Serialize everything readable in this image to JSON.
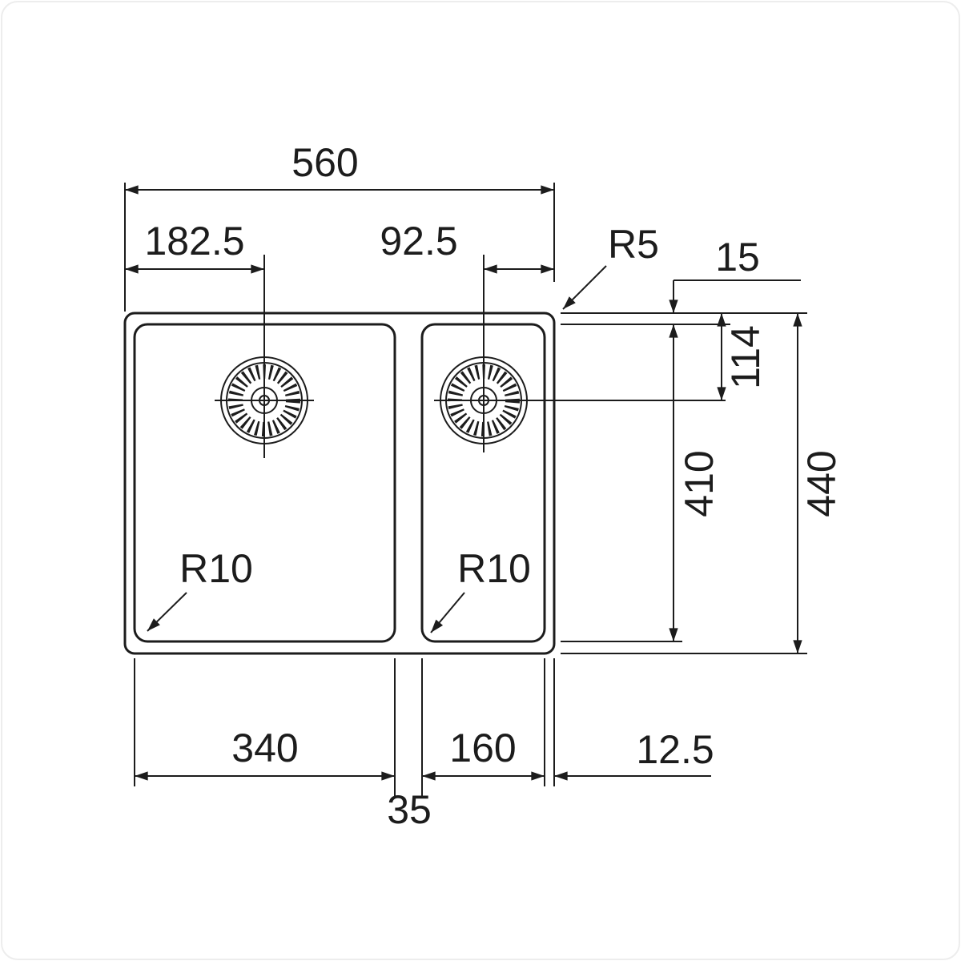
{
  "drawing": {
    "type": "sink-dimension-drawing",
    "line_color": "#1c1c1c",
    "background": "#ffffff",
    "dims": {
      "overall_width": "560",
      "left_drain_offset": "182.5",
      "right_drain_offset": "92.5",
      "outer_corner_radius": "R5",
      "top_rim": "15",
      "drain_center_depth": "114",
      "bowl_depth": "410",
      "overall_depth": "440",
      "left_bowl_radius": "R10",
      "right_bowl_radius": "R10",
      "left_bowl_width": "340",
      "right_bowl_width": "160",
      "side_rim": "12.5",
      "divider_width": "35"
    }
  }
}
